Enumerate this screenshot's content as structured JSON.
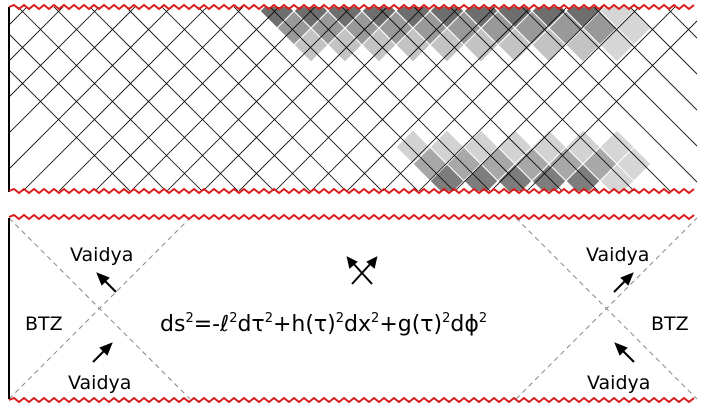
{
  "top_panel": {},
  "bottom_panel": {
    "labels": {
      "vaidya_top_left": "Vaidya",
      "vaidya_bottom_left": "Vaidya",
      "vaidya_top_right": "Vaidya",
      "vaidya_bottom_right": "Vaidya",
      "btz_left": "BTZ",
      "btz_right": "BTZ"
    },
    "metric": {
      "ds": "ds",
      "sq1": "2",
      "eq": "=-ℓ",
      "sq2": "2",
      "dtau": "dτ",
      "sq3": "2",
      "h": "+h(τ)",
      "sq4": "2",
      "dx": "dx",
      "sq5": "2",
      "g": "+g(τ)",
      "sq6": "2",
      "dphi": "dϕ",
      "sq7": "2"
    }
  },
  "colors": {
    "singularity": "#d81b1b",
    "shade_light": "#d6d6d6",
    "shade_dark": "#555555",
    "boundary": "#000000"
  }
}
